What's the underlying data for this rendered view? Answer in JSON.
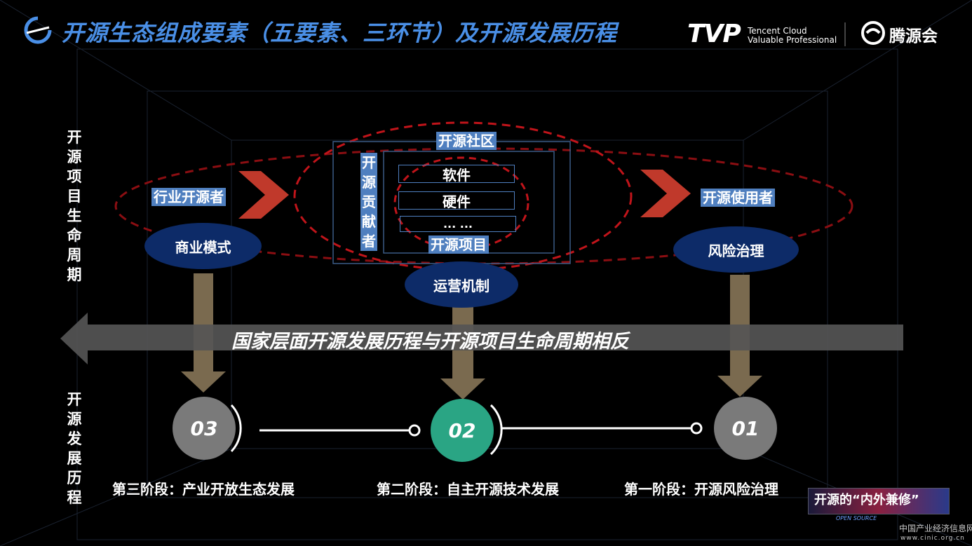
{
  "header": {
    "title": "开源生态组成要素（五要素、三环节）及开源发展历程",
    "tvp_logo": "TVP",
    "tvp_line1": "Tencent Cloud",
    "tvp_line2": "Valuable Professional",
    "brand": "腾源会"
  },
  "side_labels": {
    "lifecycle": "开源项目生命周期",
    "history": "开源发展历程"
  },
  "ecosystem": {
    "industry_open_sourcer": "行业开源者",
    "community": "开源社区",
    "contributor": "开源贡献者",
    "items": [
      "软件",
      "硬件",
      "... ..."
    ],
    "project": "开源项目",
    "user": "开源使用者",
    "business_model": "商业模式",
    "operation": "运营机制",
    "risk_governance": "风险治理"
  },
  "banner": "国家层面开源发展历程与开源项目生命周期相反",
  "stages": [
    {
      "num": "03",
      "label": "第三阶段：产业开放生态发展"
    },
    {
      "num": "02",
      "label": "第二阶段：自主开源技术发展"
    },
    {
      "num": "01",
      "label": "第一阶段：开源风险治理"
    }
  ],
  "watermark": {
    "title": "开源的“内外兼修”",
    "sub": "OPEN SOURCE",
    "site": "中国产业经济信息网",
    "url": "www.cinic.org.cn"
  },
  "colors": {
    "accent": "#4a8fe6",
    "label": "#4f7fbf",
    "ellipse": "#0d2b68",
    "chevron": "#c0392b",
    "active": "#2aa584"
  }
}
